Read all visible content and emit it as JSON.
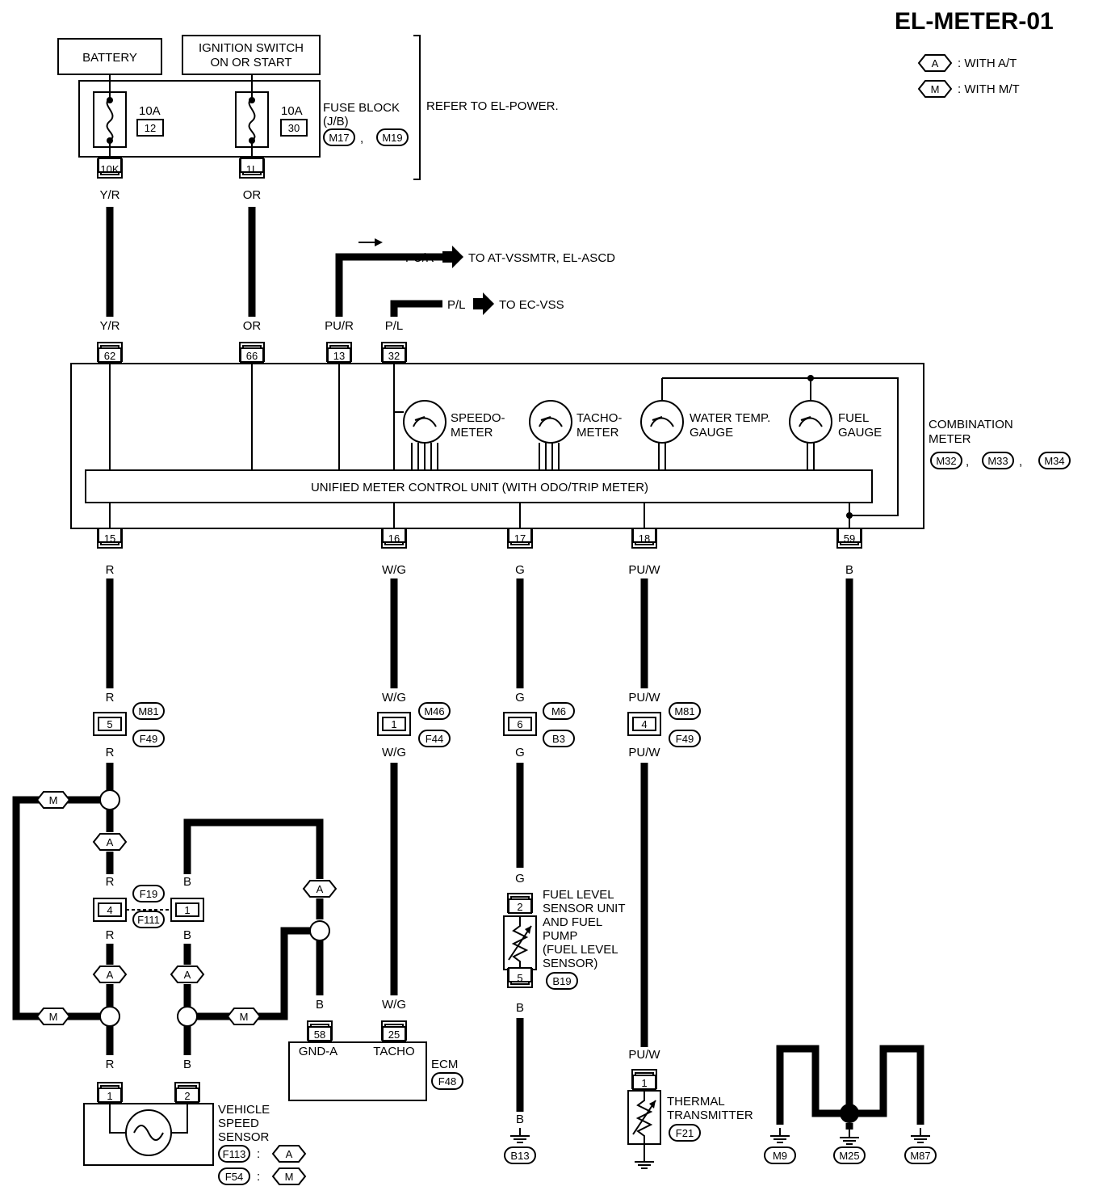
{
  "title": "EL-METER-01",
  "legend": [
    {
      "tag": "A",
      "text": ": WITH A/T"
    },
    {
      "tag": "M",
      "text": ": WITH M/T"
    }
  ],
  "power": {
    "battery": "BATTERY",
    "ignition_line1": "IGNITION SWITCH",
    "ignition_line2": "ON OR START",
    "fuse1_rating": "10A",
    "fuse1_num": "12",
    "fuse2_rating": "10A",
    "fuse2_num": "30",
    "fuse_block_line1": "FUSE BLOCK",
    "fuse_block_line2": "(J/B)",
    "fuse_block_conn1": "M17",
    "fuse_block_conn2": "M19",
    "refer": "REFER TO EL-POWER.",
    "term1": "10K",
    "term2": "1L"
  },
  "wires": {
    "yr": "Y/R",
    "or": "OR",
    "pur": "PU/R",
    "pl": "P/L",
    "r": "R",
    "wg": "W/G",
    "g": "G",
    "puw": "PU/W",
    "b": "B"
  },
  "outputs": {
    "to_at": "TO  AT-VSSMTR,  EL-ASCD",
    "to_ec": "TO  EC-VSS"
  },
  "meter": {
    "top_pins": [
      "62",
      "66",
      "13",
      "32"
    ],
    "bottom_pins": [
      "15",
      "16",
      "17",
      "18",
      "59"
    ],
    "gauge1_l1": "SPEEDO-",
    "gauge1_l2": "METER",
    "gauge2_l1": "TACHO-",
    "gauge2_l2": "METER",
    "gauge3_l1": "WATER TEMP.",
    "gauge3_l2": "GAUGE",
    "gauge4_l1": "FUEL",
    "gauge4_l2": "GAUGE",
    "unit": "UNIFIED METER CONTROL UNIT (WITH ODO/TRIP METER)",
    "name_l1": "COMBINATION",
    "name_l2": "METER",
    "conn1": "M32",
    "conn2": "M33",
    "conn3": "M34"
  },
  "connectors": {
    "c1_pin": "5",
    "c1_top": "M81",
    "c1_bot": "F49",
    "c2_pin": "1",
    "c2_top": "M46",
    "c2_bot": "F44",
    "c3_pin": "6",
    "c3_top": "M6",
    "c3_bot": "B3",
    "c4_pin": "4",
    "c4_top": "M81",
    "c4_bot": "F49",
    "c5_pin_l": "4",
    "c5_pin_r": "1",
    "c5_top": "F19",
    "c5_bot": "F111"
  },
  "fuel_sensor": {
    "pin_top": "2",
    "pin_bot": "5",
    "l1": "FUEL LEVEL",
    "l2": "SENSOR UNIT",
    "l3": "AND FUEL",
    "l4": "PUMP",
    "l5": "(FUEL LEVEL",
    "l6": "SENSOR)",
    "conn": "B19",
    "ground": "B13"
  },
  "ecm": {
    "pin1": "58",
    "pin2": "25",
    "lbl1": "GND-A",
    "lbl2": "TACHO",
    "name": "ECM",
    "conn": "F48"
  },
  "vss": {
    "pin1": "1",
    "pin2": "2",
    "l1": "VEHICLE",
    "l2": "SPEED",
    "l3": "SENSOR",
    "conn1": "F113",
    "conn2": "F54",
    "tag1": "A",
    "tag2": "M",
    "colon": ":"
  },
  "thermal": {
    "pin": "1",
    "l1": "THERMAL",
    "l2": "TRANSMITTER",
    "conn": "F21"
  },
  "grounds": [
    "M9",
    "M25",
    "M87"
  ],
  "tags": {
    "a": "A",
    "m": "M"
  }
}
